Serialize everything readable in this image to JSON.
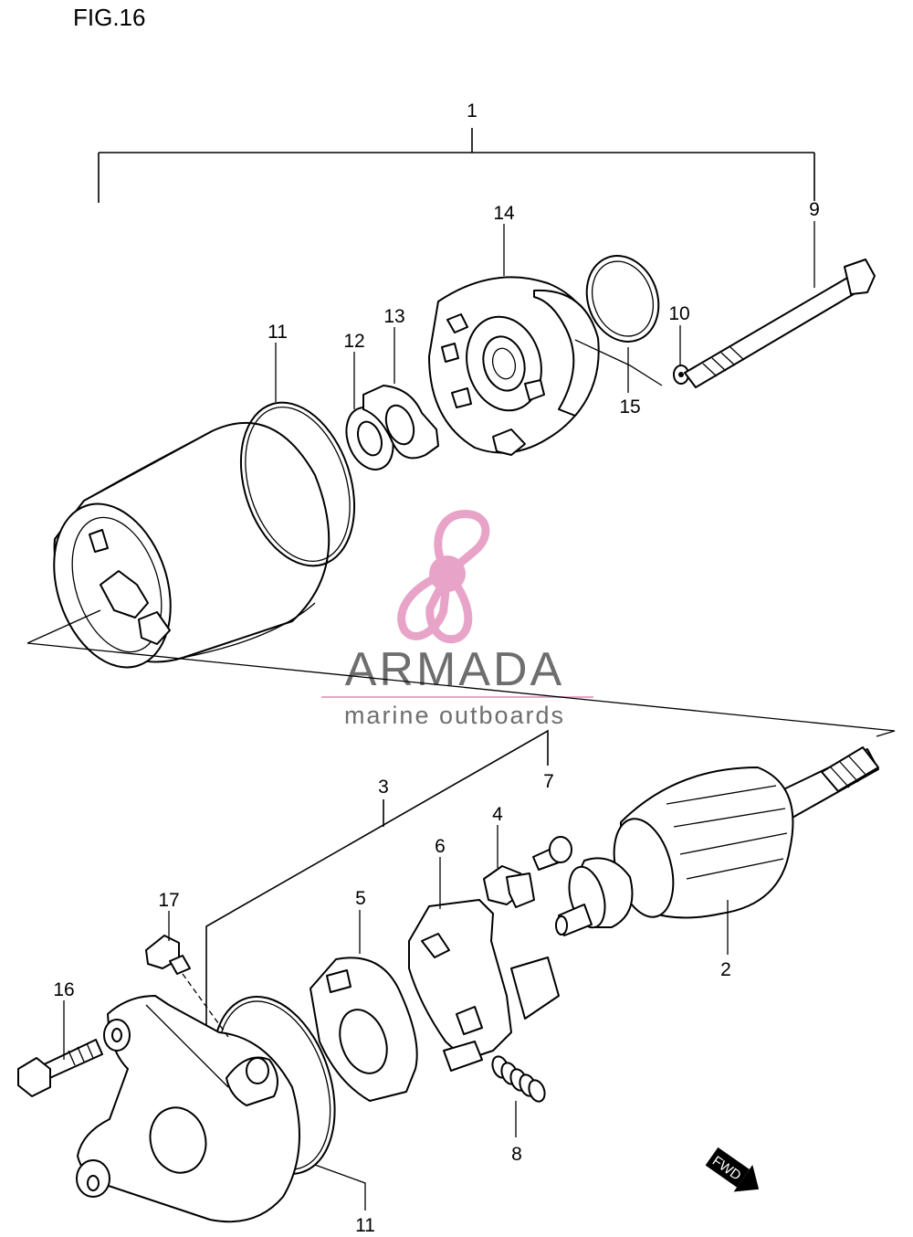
{
  "figure": {
    "title": "FIG.16"
  },
  "watermark": {
    "brand": "ARMADA",
    "tagline": "marine outboards",
    "colors": {
      "logo": "#e8a4c8",
      "text": "#6e6e6e",
      "rule": "#e8a4c8"
    }
  },
  "direction_badge": {
    "label": "FWD"
  },
  "callouts": {
    "c1": "1",
    "c2": "2",
    "c3": "3",
    "c4": "4",
    "c5": "5",
    "c6": "6",
    "c7": "7",
    "c8": "8",
    "c9": "9",
    "c10": "10",
    "c11_top": "11",
    "c11_bottom": "11",
    "c12": "12",
    "c13": "13",
    "c14": "14",
    "c15": "15",
    "c16": "16",
    "c17": "17"
  }
}
